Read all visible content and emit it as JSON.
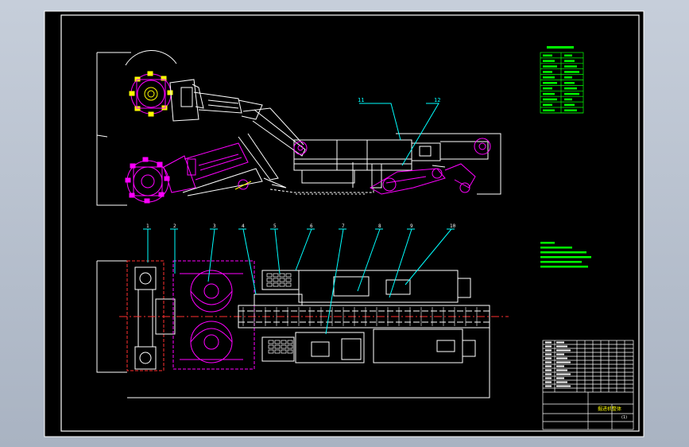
{
  "drawing": {
    "title": "掘进机整体",
    "colors": {
      "background": "#000000",
      "frame": "#ffffff",
      "cutter": "#ff00ff",
      "leader": "#00ffff",
      "notes": "#00ff00",
      "centerline": "#ff0000"
    },
    "callouts_top": [
      "11",
      "12"
    ],
    "callouts_plan": [
      "1",
      "2",
      "3",
      "4",
      "5",
      "6",
      "7",
      "8",
      "9",
      "10"
    ],
    "scale_label": "(1)"
  }
}
